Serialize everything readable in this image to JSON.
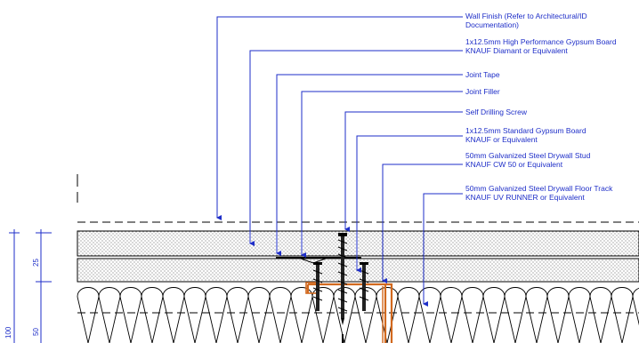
{
  "callouts": [
    {
      "line1": "Wall Finish (Refer to Architectural/ID",
      "line2": "Documentation)"
    },
    {
      "line1": "1x12.5mm High Performance Gypsum Board",
      "line2": "KNAUF Diamant or Equivalent"
    },
    {
      "line1": "Joint Tape",
      "line2": ""
    },
    {
      "line1": "Joint Filler",
      "line2": ""
    },
    {
      "line1": "Self Drilling Screw",
      "line2": ""
    },
    {
      "line1": "1x12.5mm Standard Gypsum Board",
      "line2": "KNAUF or Equivalent"
    },
    {
      "line1": "50mm Galvanized Steel Drywall Stud",
      "line2": "KNAUF CW 50 or Equivalent"
    },
    {
      "line1": "50mm Galvanized Steel Drywall Floor Track",
      "line2": "KNAUF UV RUNNER or Equivalent"
    }
  ],
  "dimensions": {
    "total": "100",
    "upper": "25",
    "lower": "50"
  },
  "colors": {
    "annotation": "#1e2ec8",
    "linework": "#000000",
    "stud": "#d2691e"
  }
}
